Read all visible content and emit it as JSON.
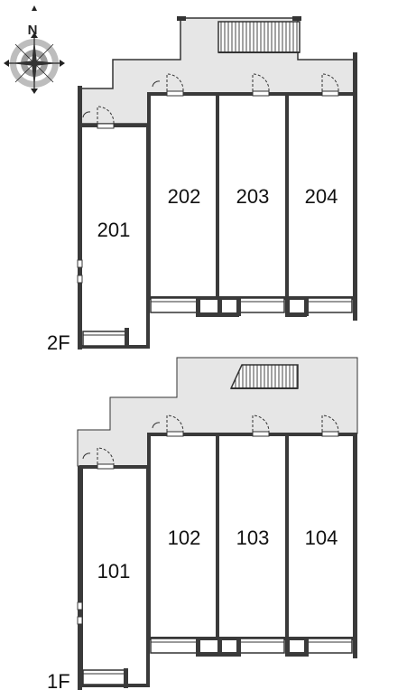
{
  "compass": {
    "letter": "N",
    "icon": "compass-rose-icon"
  },
  "floors": [
    {
      "label": "2F",
      "units": [
        "201",
        "202",
        "203",
        "204"
      ]
    },
    {
      "label": "1F",
      "units": [
        "101",
        "102",
        "103",
        "104"
      ]
    }
  ],
  "colors": {
    "wall": "#3a3a3a",
    "corridor": "#e6e6e6",
    "room": "#ffffff"
  }
}
